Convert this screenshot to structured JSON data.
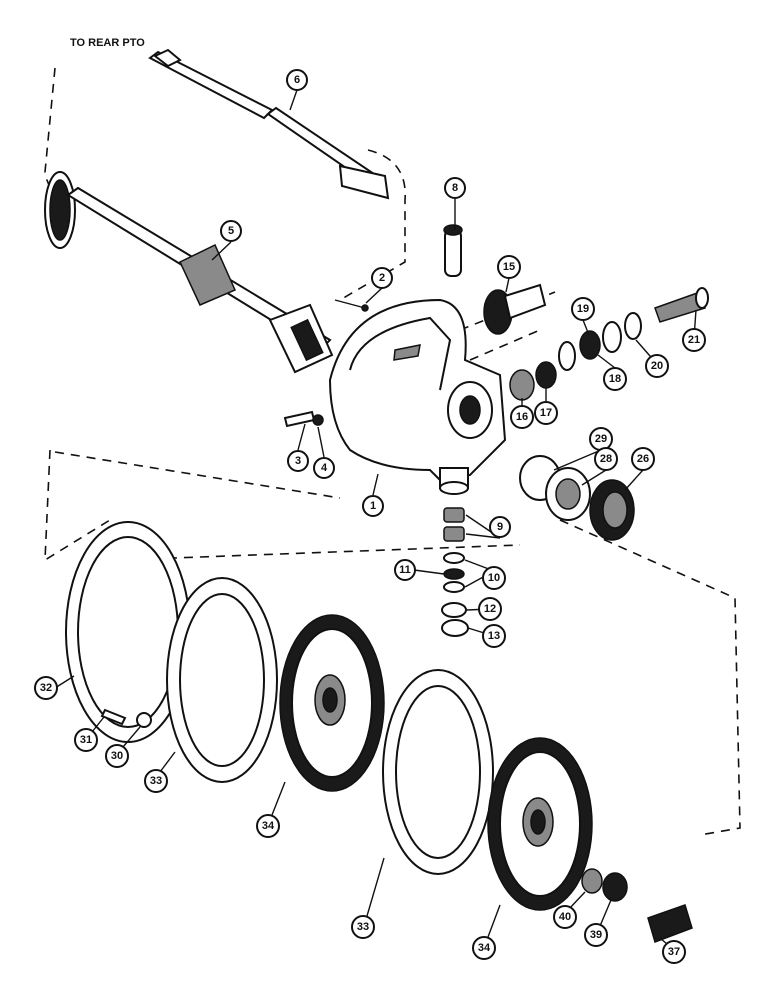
{
  "caption": "TO REAR PTO",
  "callouts": [
    {
      "id": "c6",
      "label": "6"
    },
    {
      "id": "c5",
      "label": "5"
    },
    {
      "id": "c8",
      "label": "8"
    },
    {
      "id": "c2",
      "label": "2"
    },
    {
      "id": "c15",
      "label": "15"
    },
    {
      "id": "c19",
      "label": "19"
    },
    {
      "id": "c21",
      "label": "21"
    },
    {
      "id": "c18",
      "label": "18"
    },
    {
      "id": "c20",
      "label": "20"
    },
    {
      "id": "c16",
      "label": "16"
    },
    {
      "id": "c17",
      "label": "17"
    },
    {
      "id": "c3",
      "label": "3"
    },
    {
      "id": "c4",
      "label": "4"
    },
    {
      "id": "c1",
      "label": "1"
    },
    {
      "id": "c29",
      "label": "29"
    },
    {
      "id": "c28",
      "label": "28"
    },
    {
      "id": "c26",
      "label": "26"
    },
    {
      "id": "c9",
      "label": "9"
    },
    {
      "id": "c11",
      "label": "11"
    },
    {
      "id": "c10",
      "label": "10"
    },
    {
      "id": "c12",
      "label": "12"
    },
    {
      "id": "c13",
      "label": "13"
    },
    {
      "id": "c32",
      "label": "32"
    },
    {
      "id": "c31",
      "label": "31"
    },
    {
      "id": "c30",
      "label": "30"
    },
    {
      "id": "c33a",
      "label": "33"
    },
    {
      "id": "c34a",
      "label": "34"
    },
    {
      "id": "c33b",
      "label": "33"
    },
    {
      "id": "c34b",
      "label": "34"
    },
    {
      "id": "c40",
      "label": "40"
    },
    {
      "id": "c39",
      "label": "39"
    },
    {
      "id": "c37",
      "label": "37"
    }
  ]
}
